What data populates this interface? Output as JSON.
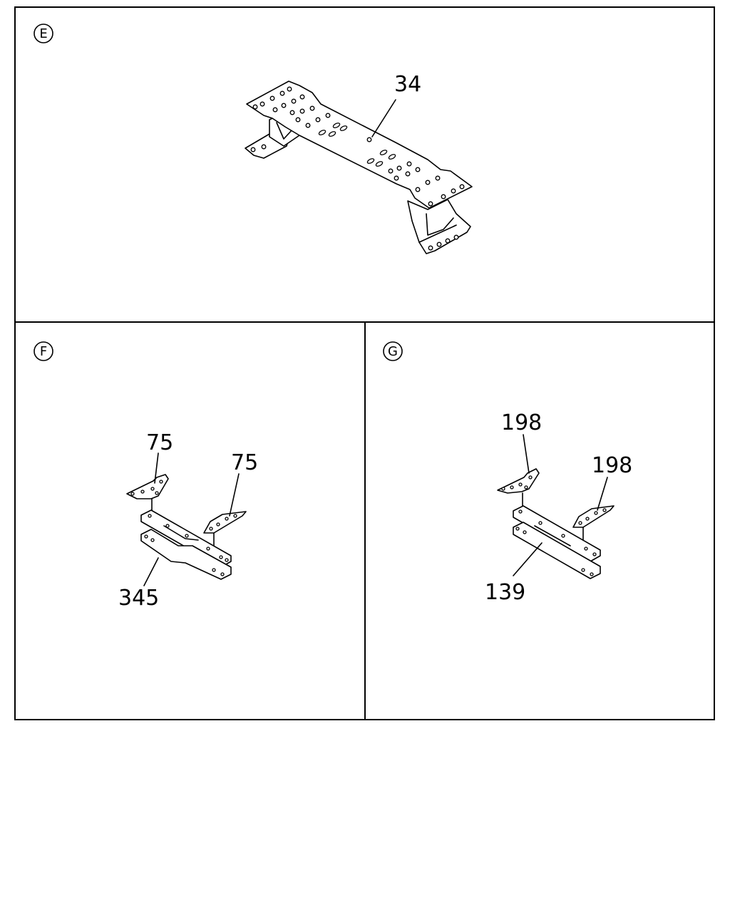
{
  "panels": {
    "E": {
      "badge": "E",
      "callouts": [
        "34"
      ]
    },
    "F": {
      "badge": "F",
      "callouts": [
        "75",
        "75",
        "345"
      ]
    },
    "G": {
      "badge": "G",
      "callouts": [
        "198",
        "198",
        "139"
      ]
    }
  }
}
